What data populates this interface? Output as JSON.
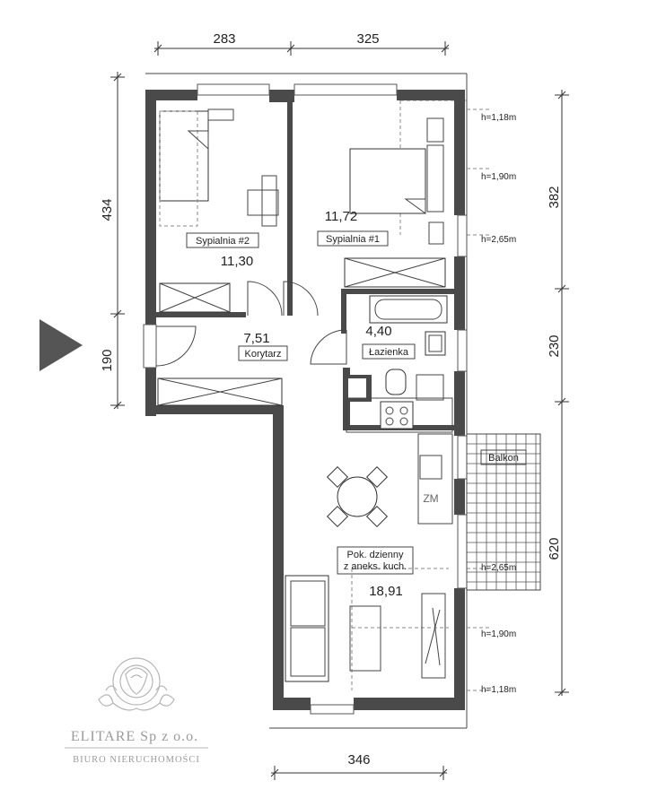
{
  "dimensions": {
    "top_left": "283",
    "top_right": "325",
    "bottom": "346",
    "left_upper": "434",
    "left_lower": "190",
    "right_upper": "382",
    "right_middle": "230",
    "right_lower": "620"
  },
  "rooms": {
    "bedroom2": {
      "name": "Sypialnia #2",
      "area": "11,30"
    },
    "bedroom1": {
      "name": "Sypialnia #1",
      "area": "11,72"
    },
    "corridor": {
      "name": "Korytarz",
      "area": "7,51"
    },
    "bathroom": {
      "name": "Łazienka",
      "area": "4,40"
    },
    "living_line1": "Pok. dzienny",
    "living_line2": "z aneks. kuch.",
    "living_area": "18,91",
    "balcony": {
      "name": "Balkon"
    }
  },
  "heights": {
    "top_118": "h=1,18m",
    "top_190": "h=1,90m",
    "top_265": "h=2,65m",
    "bot_265": "h=2,65m",
    "bot_190": "h=1,90m",
    "bot_118": "h=1,18m"
  },
  "labels": {
    "zm": "ZM"
  },
  "logo": {
    "company": "ELITARE Sp z o.o.",
    "subtitle": "BIURO NIERUCHOMOŚCI"
  }
}
